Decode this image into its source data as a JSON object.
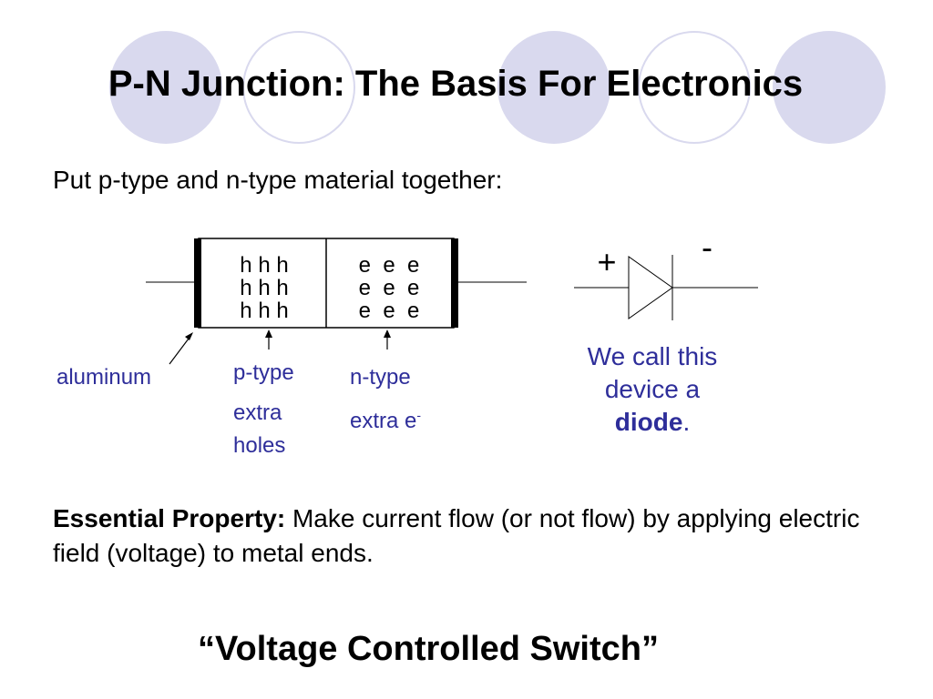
{
  "title": "P-N Junction:  The Basis For Electronics",
  "intro": "Put p-type and n-type material together:",
  "diagram": {
    "p_rows": [
      "h h h",
      "h h h",
      "h h h"
    ],
    "n_rows": [
      "e  e  e",
      "e  e  e",
      "e  e  e"
    ],
    "aluminum_label": "aluminum",
    "p_label": "p-type",
    "p_sub_line1": "extra",
    "p_sub_line2": "holes",
    "n_label": "n-type",
    "n_sub": "extra e",
    "n_sub_sup": "-"
  },
  "diode": {
    "plus": "+",
    "minus": "-",
    "caption_line1": "We call this",
    "caption_line2": "device a",
    "caption_bold": "diode",
    "caption_end": "."
  },
  "essential": {
    "bold": "Essential Property:",
    "text": " Make current flow (or not flow) by applying electric field (voltage) to metal ends."
  },
  "switch_quote": "“Voltage Controlled Switch”",
  "colors": {
    "accent_text": "#2e2e9a",
    "decor_circle": "#d9d9ee"
  }
}
